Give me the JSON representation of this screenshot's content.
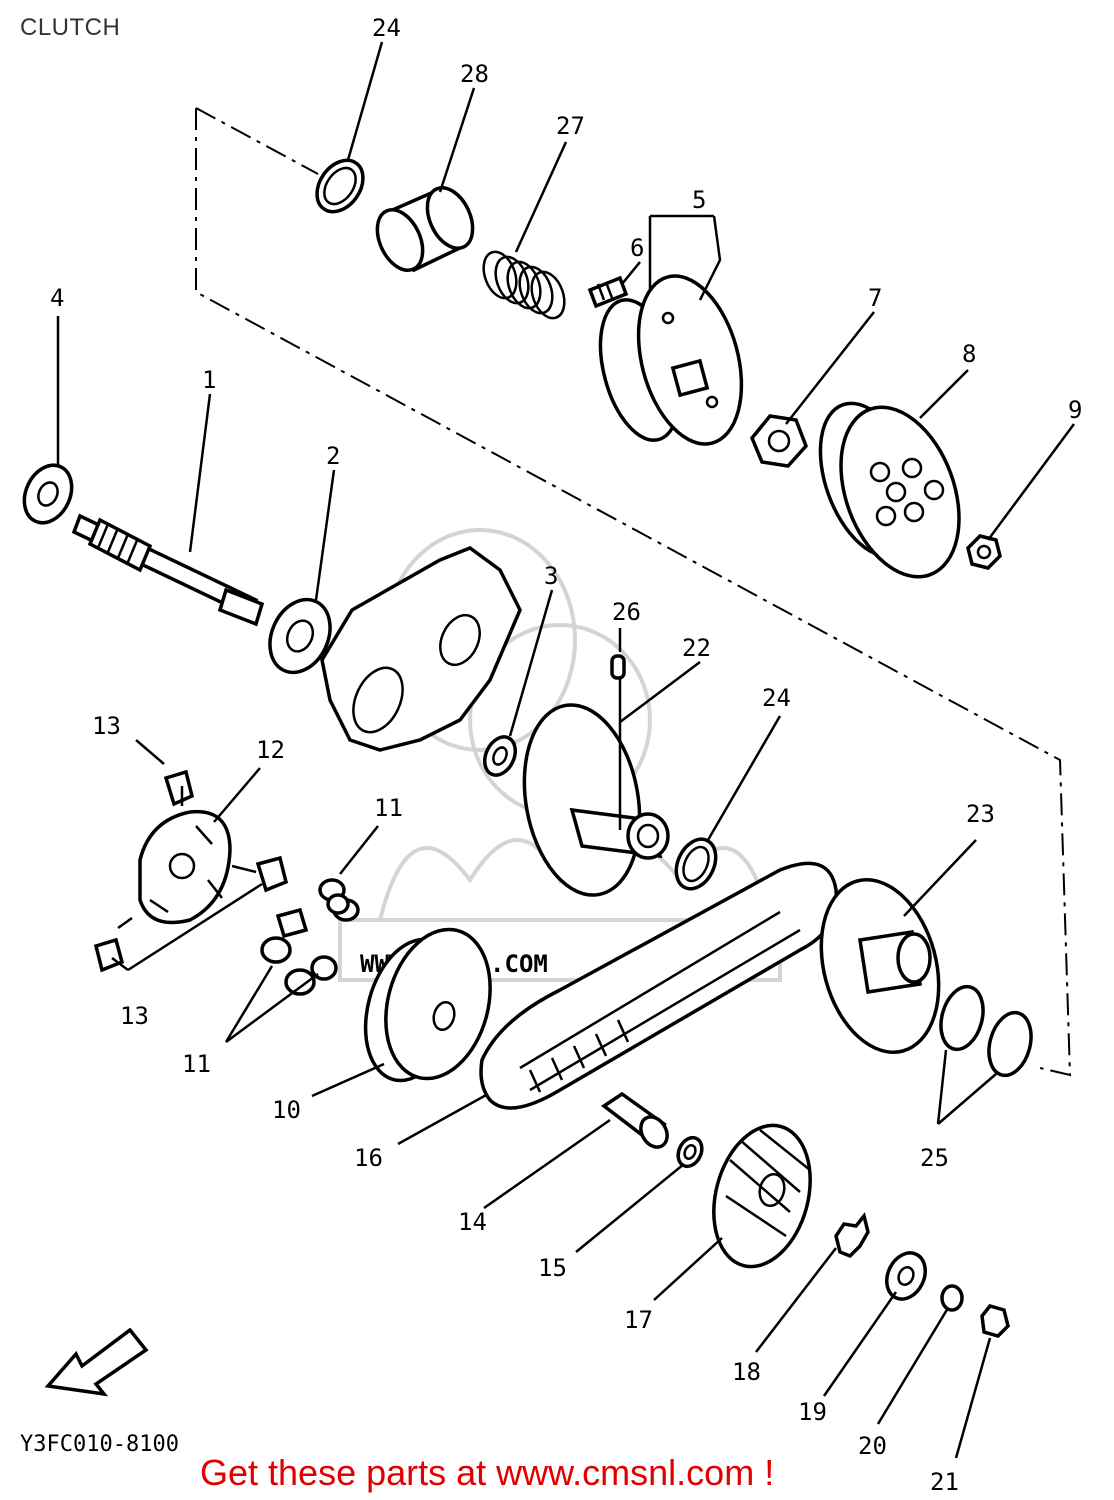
{
  "title": "CLUTCH",
  "drawing_code": "Y3FC010-8100",
  "promo": "Get these parts at www.cmsnl.com !",
  "watermark": "WWW.CMSNL.COM",
  "callouts": [
    "24",
    "28",
    "27",
    "5",
    "6",
    "4",
    "1",
    "7",
    "8",
    "2",
    "9",
    "3",
    "26",
    "22",
    "24",
    "13",
    "12",
    "11",
    "23",
    "13",
    "11",
    "10",
    "16",
    "25",
    "14",
    "15",
    "17",
    "18",
    "19",
    "20",
    "21"
  ],
  "colors": {
    "promo": "#e00000",
    "title": "#333333",
    "watermark": "#d4d4d4"
  },
  "icons": [
    "fwd-arrow-icon"
  ]
}
